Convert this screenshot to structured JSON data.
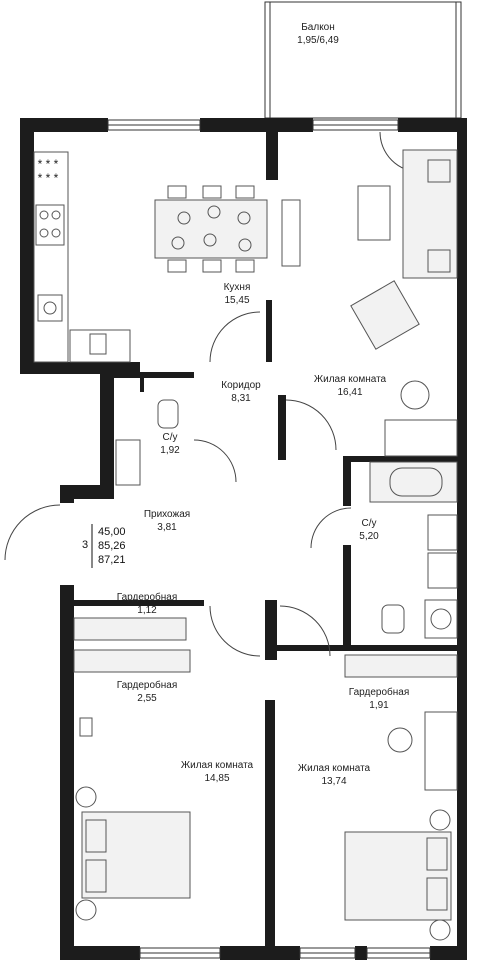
{
  "rooms": {
    "balcony": {
      "name": "Балкон",
      "area": "1,95/6,49"
    },
    "kitchen": {
      "name": "Кухня",
      "area": "15,45"
    },
    "living_top": {
      "name": "Жилая комната",
      "area": "16,41"
    },
    "corridor": {
      "name": "Коридор",
      "area": "8,31"
    },
    "wc_small": {
      "name": "С/у",
      "area": "1,92"
    },
    "hallway": {
      "name": "Прихожая",
      "area": "3,81"
    },
    "bathroom": {
      "name": "С/у",
      "area": "5,20"
    },
    "wardrobe_1": {
      "name": "Гардеробная",
      "area": "1,12"
    },
    "wardrobe_2": {
      "name": "Гардеробная",
      "area": "2,55"
    },
    "wardrobe_3": {
      "name": "Гардеробная",
      "area": "1,91"
    },
    "bedroom_left": {
      "name": "Жилая комната",
      "area": "14,85"
    },
    "bedroom_right": {
      "name": "Жилая комната",
      "area": "13,74"
    }
  },
  "summary": {
    "rooms_count": "3",
    "area_living": "45,00",
    "area_total": "85,26",
    "area_total_with_balcony": "87,21"
  },
  "colors": {
    "wall": "#1c1c1c",
    "furniture": "#555555"
  }
}
